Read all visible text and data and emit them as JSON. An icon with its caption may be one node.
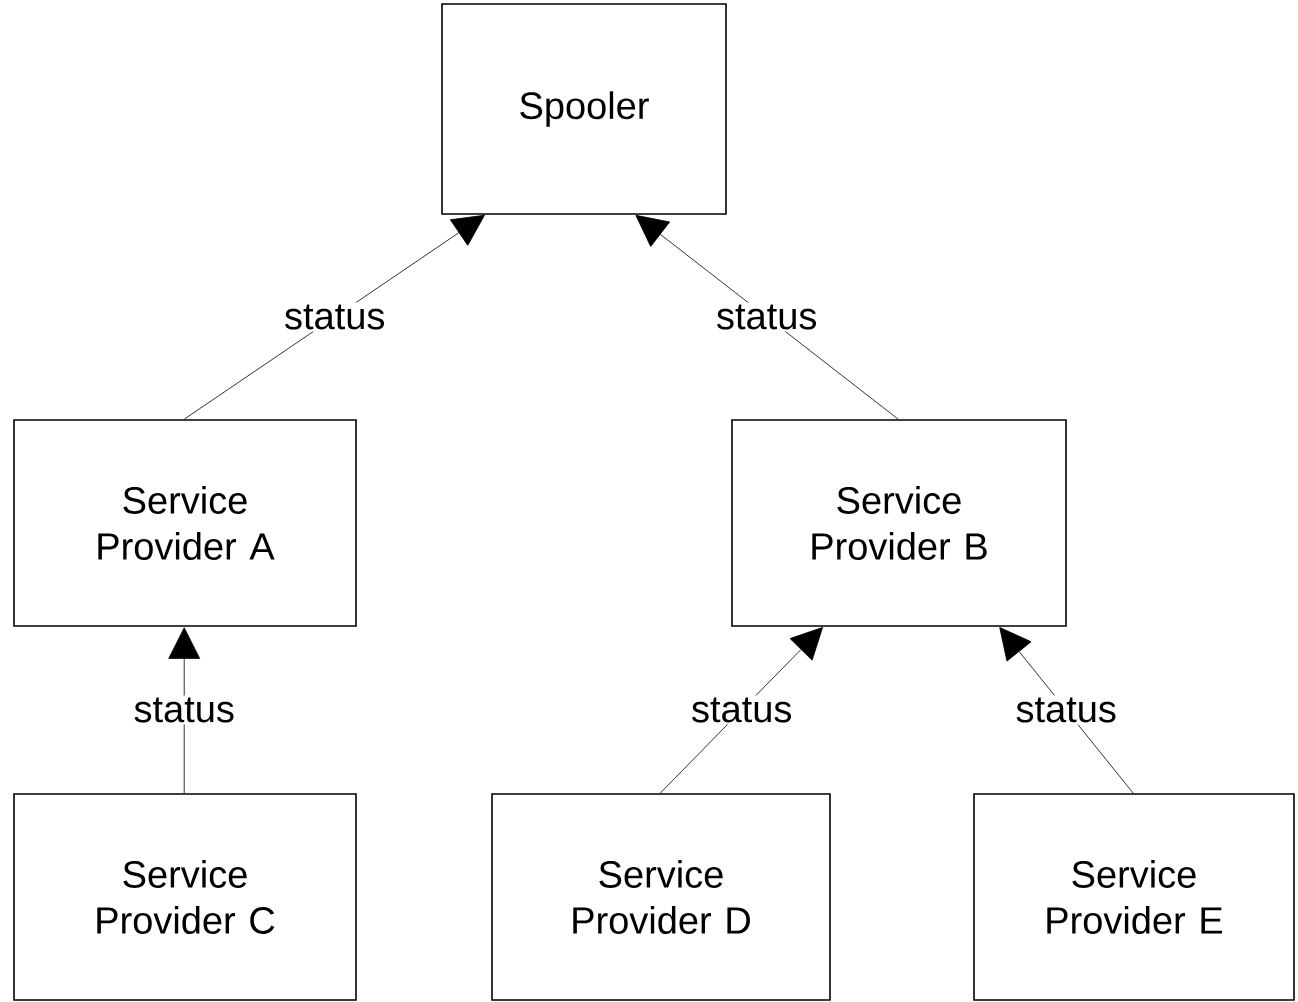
{
  "diagram": {
    "nodes": [
      {
        "text": [
          "Spooler"
        ]
      },
      {
        "text": [
          "Service Provider A"
        ]
      },
      {
        "text": [
          "Service Provider B"
        ]
      },
      {
        "text": [
          "Service Provider C"
        ]
      },
      {
        "text": [
          "Service Provider D"
        ]
      },
      {
        "text": [
          "Service Provider E"
        ]
      }
    ],
    "edges": [
      {
        "from": 1,
        "to": 0,
        "arrow": "to",
        "label": "status"
      },
      {
        "from": 2,
        "to": 0,
        "arrow": "to",
        "label": "status"
      },
      {
        "from": 3,
        "to": 1,
        "arrow": "to",
        "label": "status"
      },
      {
        "from": 4,
        "to": 2,
        "arrow": "to",
        "label": "status"
      },
      {
        "from": 5,
        "to": 2,
        "arrow": "to",
        "label": "status"
      }
    ]
  }
}
